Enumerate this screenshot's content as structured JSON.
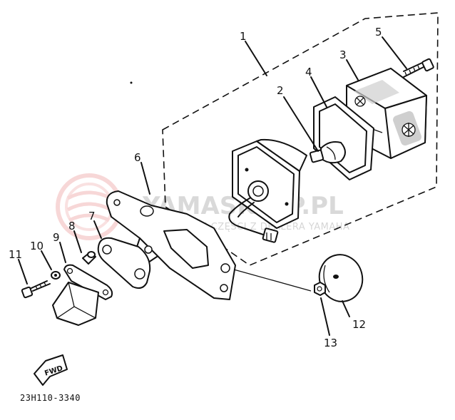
{
  "diagram": {
    "callouts": [
      {
        "id": "1",
        "text": "1"
      },
      {
        "id": "2",
        "text": "2"
      },
      {
        "id": "3",
        "text": "3"
      },
      {
        "id": "4",
        "text": "4"
      },
      {
        "id": "5",
        "text": "5"
      },
      {
        "id": "6",
        "text": "6"
      },
      {
        "id": "7",
        "text": "7"
      },
      {
        "id": "8",
        "text": "8"
      },
      {
        "id": "9",
        "text": "9"
      },
      {
        "id": "10",
        "text": "10"
      },
      {
        "id": "11",
        "text": "11"
      },
      {
        "id": "12",
        "text": "12"
      },
      {
        "id": "13",
        "text": "13"
      }
    ],
    "fwd_label": "FWD",
    "diagram_code": "23H110-3340"
  },
  "watermark": {
    "brand": "YAMASKLEP.PL",
    "tagline": "ORYGINALNE CZĘŚCI Z DEALERA YAMAHA",
    "logo_color": "#f2b8b8",
    "text_color": "#d9d9d9"
  }
}
